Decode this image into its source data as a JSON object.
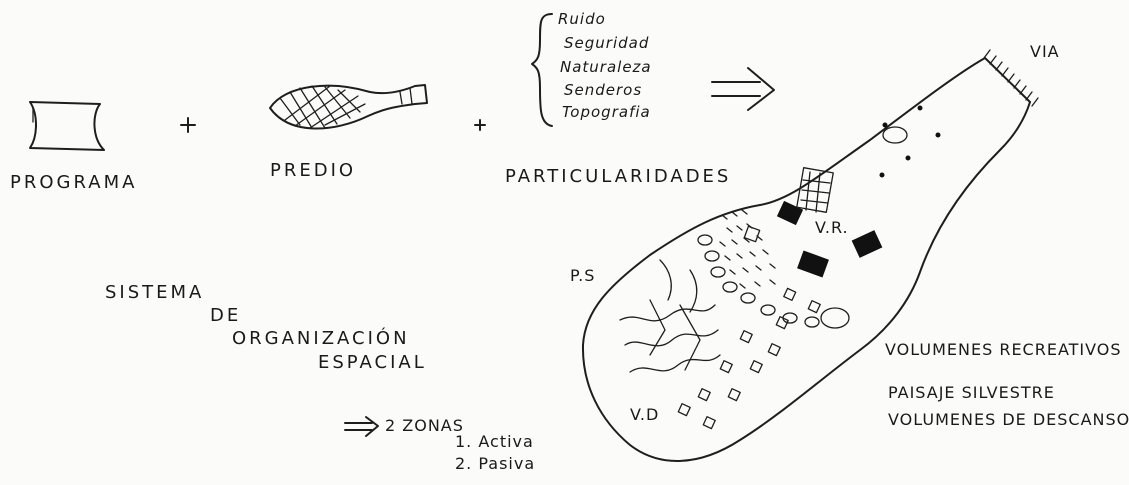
{
  "equation": {
    "programa": "PROGRAMA",
    "predio": "PREDIO",
    "particularidades": "PARTICULARIDADES",
    "plus_1": "+",
    "plus_2": "+"
  },
  "particularidades_list": [
    "Ruido",
    "Seguridad",
    "Naturaleza",
    "Senderos",
    "Topografia"
  ],
  "site_labels": {
    "via": "VIA",
    "ps": "P.S",
    "vr": "V.R.",
    "vd": "V.D"
  },
  "sistema": {
    "line1": "SISTEMA",
    "line2": "DE",
    "line3": "ORGANIZACIÓN",
    "line4": "ESPACIAL"
  },
  "zonas": {
    "header": "2 ZONAS",
    "items": [
      "1. Activa",
      "2. Pasiva"
    ]
  },
  "legend": [
    "VOLUMENES RECREATIVOS",
    "PAISAJE SILVESTRE",
    "VOLUMENES DE DESCANSO"
  ]
}
